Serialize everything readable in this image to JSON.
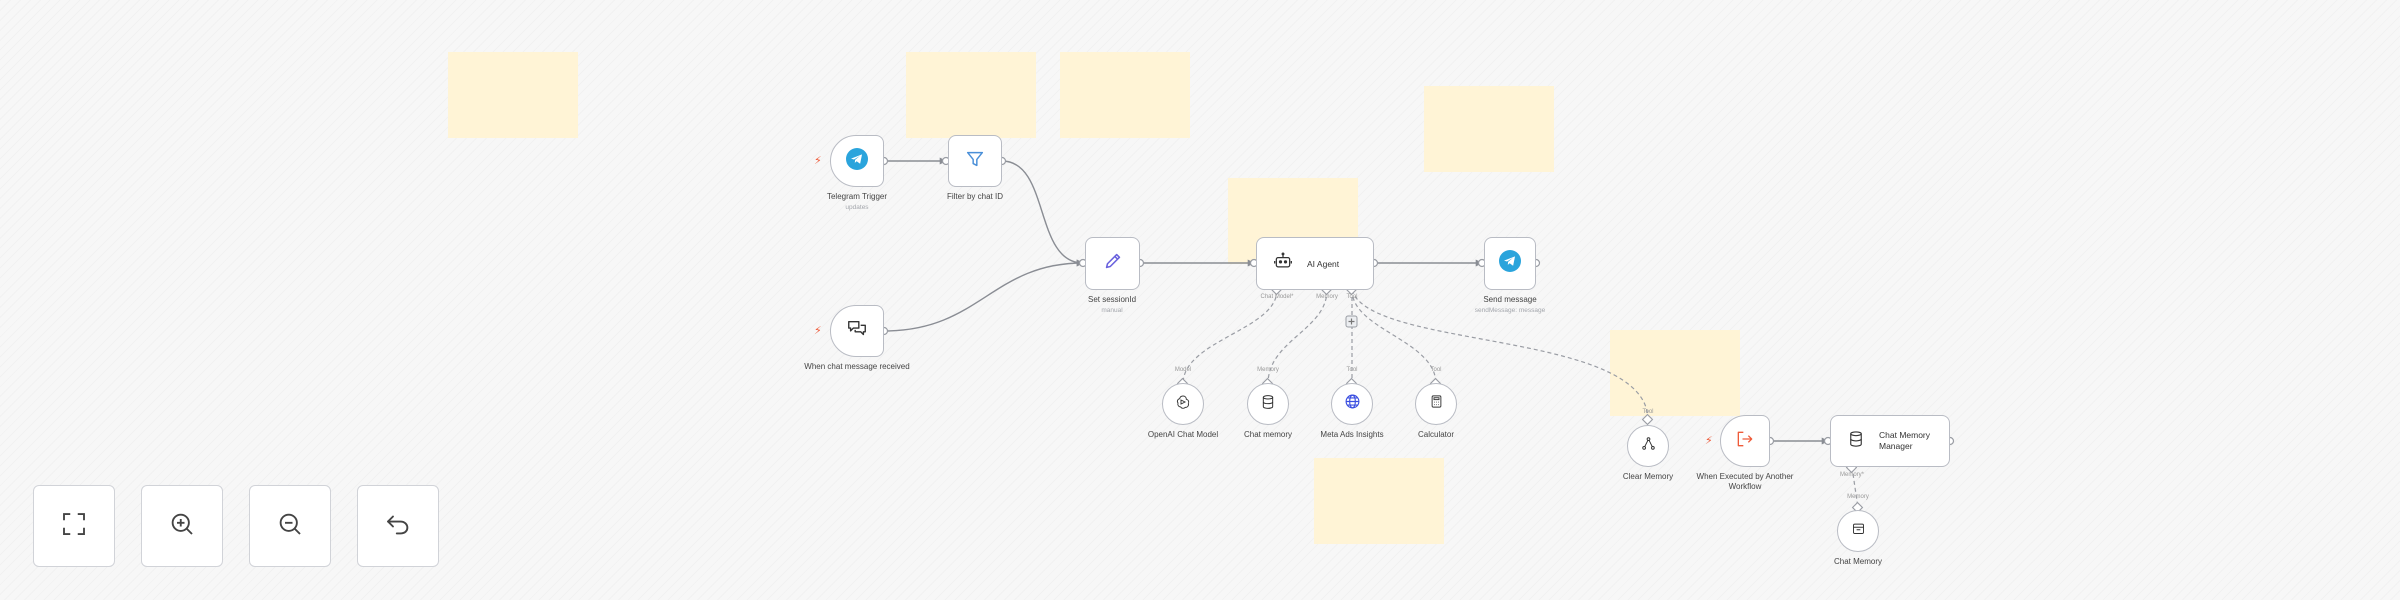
{
  "canvas": {
    "nodes": {
      "telegram_trigger": {
        "title": "Telegram Trigger",
        "subtitle": "updates"
      },
      "filter_chat_id": {
        "title": "Filter by chat ID"
      },
      "chat_message_received": {
        "title": "When chat message received"
      },
      "set_sessionid": {
        "title": "Set sessionId",
        "subtitle": "manual"
      },
      "ai_agent": {
        "title": "AI Agent",
        "port_labels": [
          "Chat Model*",
          "Memory",
          "Tool"
        ]
      },
      "send_message": {
        "title": "Send message",
        "subtitle": "sendMessage: message"
      },
      "openai_chat_model": {
        "title": "OpenAI Chat Model",
        "port_label": "Model"
      },
      "chat_memory": {
        "title": "Chat memory",
        "port_label": "Memory"
      },
      "meta_ads_insights": {
        "title": "Meta Ads Insights",
        "port_label": "Tool"
      },
      "calculator": {
        "title": "Calculator",
        "port_label": "Tool"
      },
      "clear_memory": {
        "title": "Clear Memory",
        "port_label": "Tool"
      },
      "executed_by_workflow": {
        "title": "When Executed by Another Workflow"
      },
      "chat_memory_manager": {
        "title": "Chat Memory Manager",
        "port_label": "Memory*"
      },
      "chat_memory_2": {
        "title": "Chat Memory",
        "port_label": "Memory"
      }
    },
    "icons": {
      "telegram": "telegram-icon",
      "filter": "filter-icon",
      "chat": "chat-bubbles-icon",
      "edit": "pencil-icon",
      "agent": "robot-icon",
      "model": "openai-icon",
      "memory": "database-icon",
      "globe": "globe-icon",
      "calculator": "calculator-icon",
      "clear": "clear-memory-icon",
      "workflow": "sign-in-icon"
    },
    "colors": {
      "telegram": "#2aa4dc",
      "filter": "#4a8fd8",
      "edit": "#6a62de",
      "globe": "#3a4ee0",
      "trigger_bolt": "#ef5b3a",
      "workflow": "#ef5b3a",
      "sticky": "#fff4d6"
    }
  },
  "controls": [
    {
      "name": "zoom-to-fit",
      "icon": "fit-screen-icon"
    },
    {
      "name": "zoom-in",
      "icon": "zoom-in-icon"
    },
    {
      "name": "zoom-out",
      "icon": "zoom-out-icon"
    },
    {
      "name": "undo",
      "icon": "undo-icon"
    }
  ]
}
